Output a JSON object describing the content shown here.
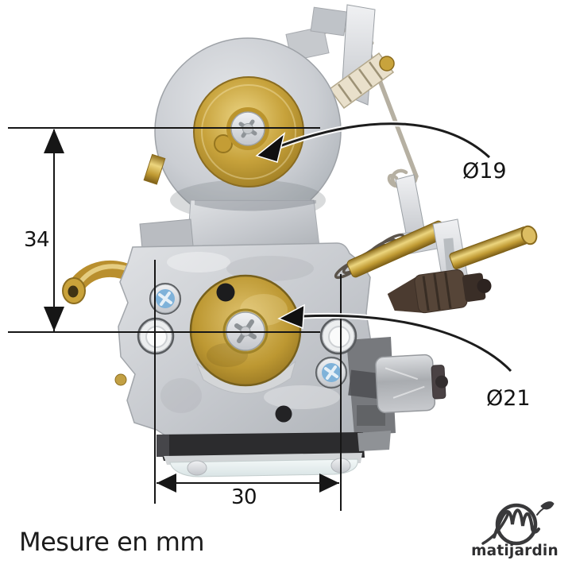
{
  "annotations": {
    "top_diameter_label": "Ø19",
    "bottom_diameter_label": "Ø21",
    "height_label": "34",
    "width_label": "30",
    "unit_note": "Mesure en mm"
  },
  "branding": {
    "name": "matijardin"
  },
  "colors": {
    "background": "#ffffff",
    "annotation_ink": "#161616",
    "metal_body": "#c9ccd1",
    "brass": "#c49e36",
    "thread_lock_blue": "#7fb2d9",
    "gasket_black": "#2b2b2d",
    "logo_ink": "#39393b"
  }
}
